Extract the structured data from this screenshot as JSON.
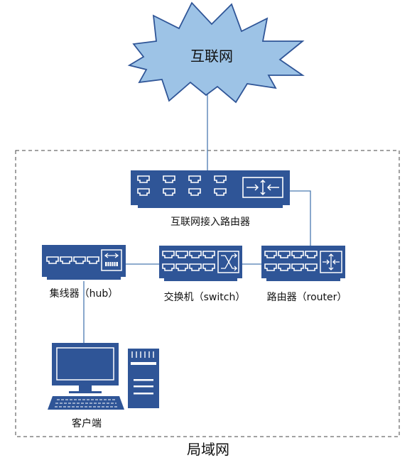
{
  "labels": {
    "internet": "互联网",
    "access_router": "互联网接入路由器",
    "hub": "集线器（hub）",
    "switch": "交换机（switch）",
    "router": "路由器（router）",
    "client": "客户端",
    "lan": "局域网"
  },
  "colors": {
    "device": "#2f5597",
    "port": "#ffffff",
    "cloud_fill": "#9dc3e6",
    "cloud_stroke": "#2f5597",
    "link": "#4a7ab0",
    "dashed_border": "#444444"
  }
}
